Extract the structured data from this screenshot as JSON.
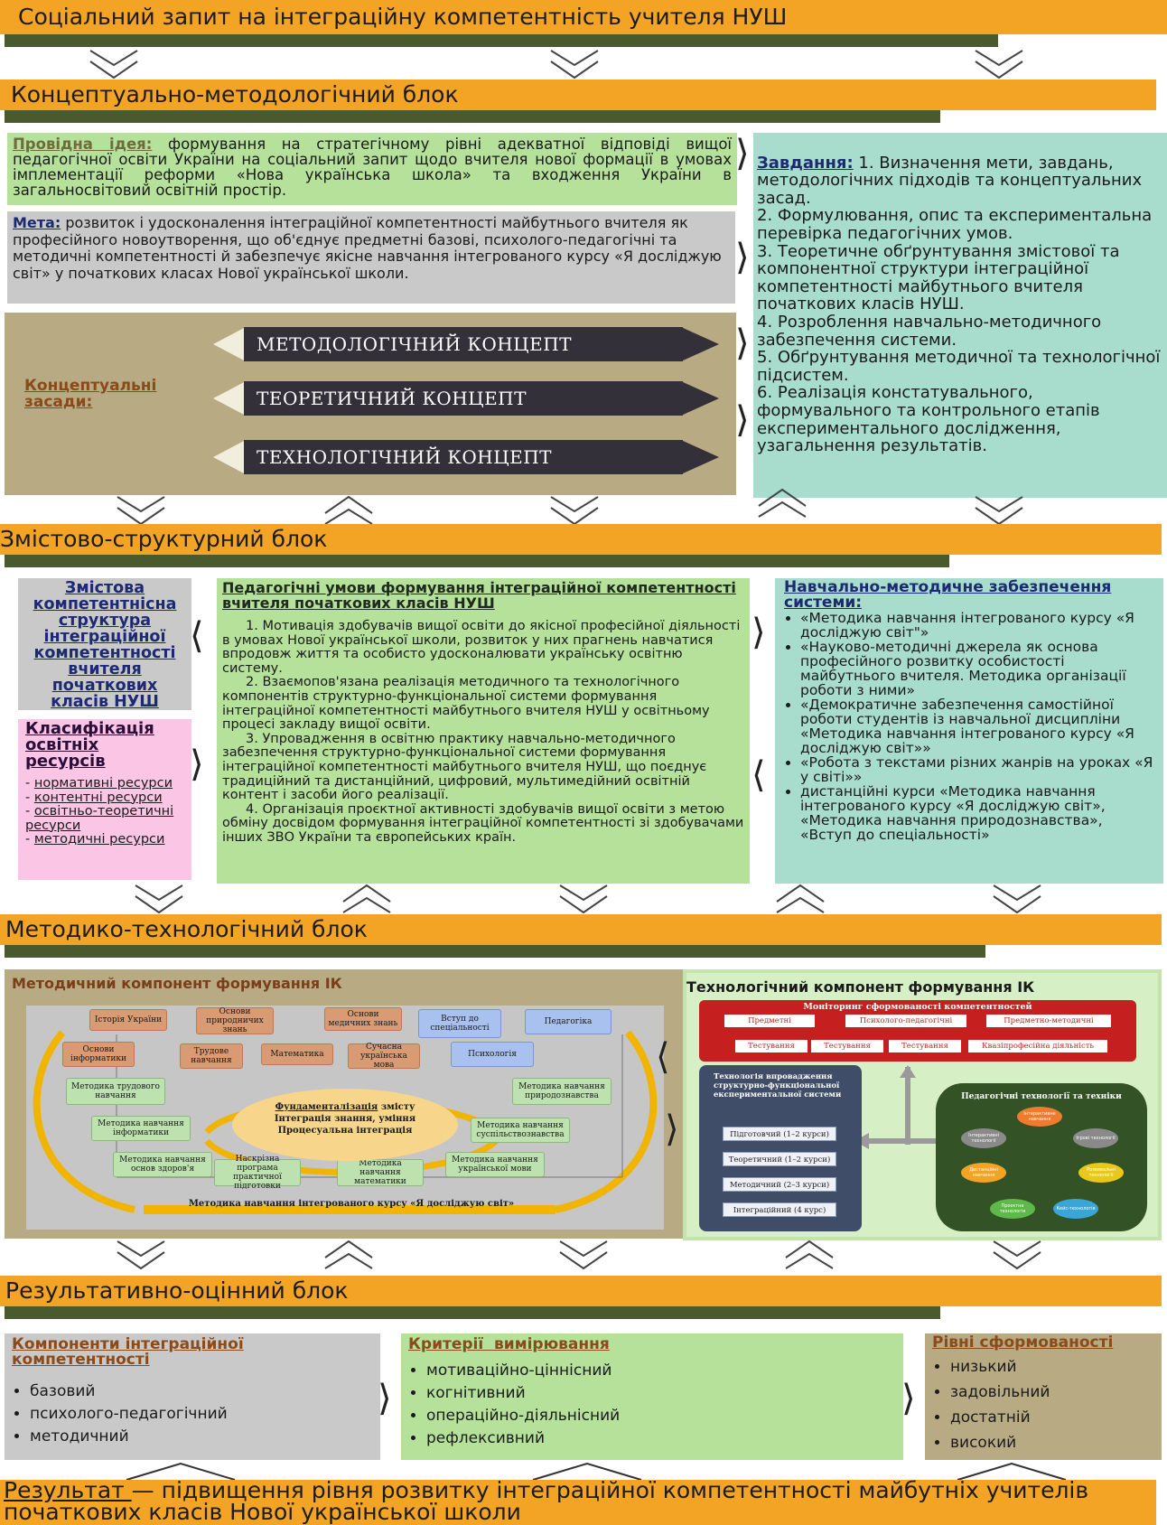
{
  "header": {
    "title": "Соціальний запит на інтеграційну компетентність учителя НУШ"
  },
  "block1": {
    "title": "Концептуально-методологічний блок",
    "idea_label": "Провідна ідея:",
    "idea_text": " формування на стратегічному рівні адекватної відповіді вищої педагогічної освіти України на соціальний запит щодо вчителя нової формації в умовах імплементації реформи «Нова українська школа» та входження України в загальносвітовий освітній простір.",
    "goal_label": "Мета:",
    "goal_text": " розвиток і удосконалення інтеграційної компетентності майбутнього вчителя як професійного новоутворення, що об'єднує предметні базові, психолого-педагогічні та методичні компетентності й забезпечує якісне навчання інтегрованого курсу «Я досліджую світ» у початкових класах Нової української школи.",
    "concept_label": "Концептуальні засади:",
    "concepts": [
      "МЕТОДОЛОГІЧНИЙ КОНЦЕПТ",
      "ТЕОРЕТИЧНИЙ КОНЦЕПТ",
      "ТЕХНОЛОГІЧНИЙ КОНЦЕПТ"
    ],
    "tasks_label": "Завдання:",
    "tasks_text": " 1. Визначення мети, завдань, методологічних підходів та концептуальних засад.\n2. Формулювання, опис та експериментальна перевірка педагогічних умов.\n3. Теоретичне обґрунтування змістової та компонентної структури інтеграційної компетентності майбутнього вчителя початкових класів НУШ.\n4. Розроблення навчально-методичного забезпечення системи.\n5. Обґрунтування методичної та технологічної підсистем.\n6. Реалізація констатувального, формувального та контрольного етапів експериментального дослідження, узагальнення результатів."
  },
  "block2": {
    "title": "Змістово-структурний блок",
    "structure_text": "Змістова компетентнісна структура інтеграційної компетентності вчителя початкових класів НУШ",
    "classif_label": "Класифікація освітніх ресурсів",
    "resources": [
      "нормативні ресурси",
      "контентні ресурси",
      "освітньо-теоретичні ресурси",
      "методичні ресурси"
    ],
    "conditions_label": "Педагогічні умови формування інтеграційної компетентності вчителя початкових класів НУШ",
    "conditions": [
      "1. Мотивація здобувачів вищої освіти до якісної професійної діяльності в умовах Нової української школи, розвиток у них прагнень навчатися впродовж життя та особисто удосконалювати українську освітню систему.",
      "2. Взаємопов'язана реалізація методичного та технологічного компонентів структурно-функціональної системи формування інтеграційної компетентності майбутнього вчителя НУШ у освітньому процесі закладу вищої освіти.",
      "3. Упровадження в освітню практику навчально-методичного забезпечення структурно-функціональної системи формування інтеграційної компетентності майбутнього вчителя НУШ, що поєднує традиційний та дистанційний, цифровий, мультимедійний освітній контент і засоби його реалізації.",
      "4. Організація проєктної активності здобувачів вищої освіти з метою обміну досвідом формування інтеграційної компетентності зі здобувачами інших ЗВО України та європейських країн."
    ],
    "support_label": "Навчально-методичне забезпечення системи:",
    "support_items": [
      "«Методика навчання інтегрованого курсу «Я досліджую світ\"»",
      "«Науково-методичні джерела як основа професійного розвитку особистості майбутнього вчителя. Методика організації роботи з ними»",
      "«Демократичне забезпечення самостійної роботи студентів із навчальної дисципліни «Методика навчання інтегрованого курсу «Я досліджую світ»»",
      "«Робота з текстами різних жанрів на уроках «Я у світі»»",
      "дистанційні курси «Методика навчання інтегрованого курсу «Я досліджую світ», «Методика навчання природознавства», «Вступ до спеціальності»"
    ]
  },
  "block3": {
    "title": "Методико-технологічний блок",
    "method_label": "Методичний компонент формування ІК",
    "tech_label": "Технологічний компонент формування ІК",
    "method_nodes_top": [
      "Історія України",
      "Основи природничих знань",
      "Основи медичних знань",
      "Вступ до спеціальності",
      "Педагогіка"
    ],
    "method_nodes_mid": [
      "Основи інформатики",
      "Трудове навчання",
      "Математика",
      "Сучасна українська мова",
      "Психологія"
    ],
    "method_nodes_left": [
      "Методика трудового навчання",
      "Методика навчання інформатики",
      "Методика навчання основ здоров'я"
    ],
    "method_nodes_right": [
      "Методика навчання природознавства",
      "Методика навчання суспільствознавства",
      "Методика навчання української мови"
    ],
    "method_nodes_bottom": [
      "Наскрізна програма практичної підготовки",
      "Методика навчання математики"
    ],
    "center_title": "Фундаменталізація",
    "center_rest": " змісту",
    "center_line2": "Інтеграція знання, уміння",
    "center_line3": "Процесуальна інтеграція",
    "bottom_banner": "Методика навчання інтегрованого курсу «Я досліджую світ»",
    "monitor_title": "Моніторинг сформованості компетентностей",
    "monitor_cols": [
      "Предметні",
      "Психолого-педагогічні",
      "Предметно-методичні"
    ],
    "monitor_tests": [
      "Тестування",
      "Тестування",
      "Тестування",
      "Квазіпрофесійна діяльність"
    ],
    "tech_impl_title": "Технологія впровадження структурно-функціональної експериментальної системи",
    "stages": [
      "Підготовчий (1–2 курси)",
      "Теоретичний (1–2 курси)",
      "Методичний (2–3 курси)",
      "Інтеграційний (4 курс)"
    ],
    "ped_tech_title": "Педагогічні технології та техніки",
    "ped_tech_items": [
      "Інтерактивне навчання",
      "Інтерактивні технології",
      "Ігрові технології",
      "Дистанційні навчання",
      "Проєктна технологія",
      "Кейс-технологія",
      "Розвивальні технології"
    ]
  },
  "block4": {
    "title": "Результативно-оцінний блок",
    "components_label": "Компоненти інтеграційної компетентності",
    "components": [
      "базовий",
      "психолого-педагогічний",
      "методичний"
    ],
    "criteria_label": "Критерії  вимірювання",
    "criteria": [
      "мотиваційно-ціннісний",
      "когнітивний",
      "операційно-діяльнісний",
      "рефлексивний"
    ],
    "levels_label": "Рівні сформованості",
    "levels": [
      "низький",
      "задовільний",
      "достатній",
      "високий"
    ]
  },
  "result": {
    "label": "Результат ",
    "text": "— підвищення рівня розвитку інтеграційної компетентності майбутніх учителів початкових класів Нової української школи"
  },
  "colors": {
    "orange": "#f3a425",
    "strip": "#4a5a2c",
    "green_box": "#b5e19b",
    "gray_box": "#c9c9c9",
    "khaki_box": "#b8ab83",
    "teal_box": "#a8dccd",
    "pink_box": "#fbc6e5"
  }
}
